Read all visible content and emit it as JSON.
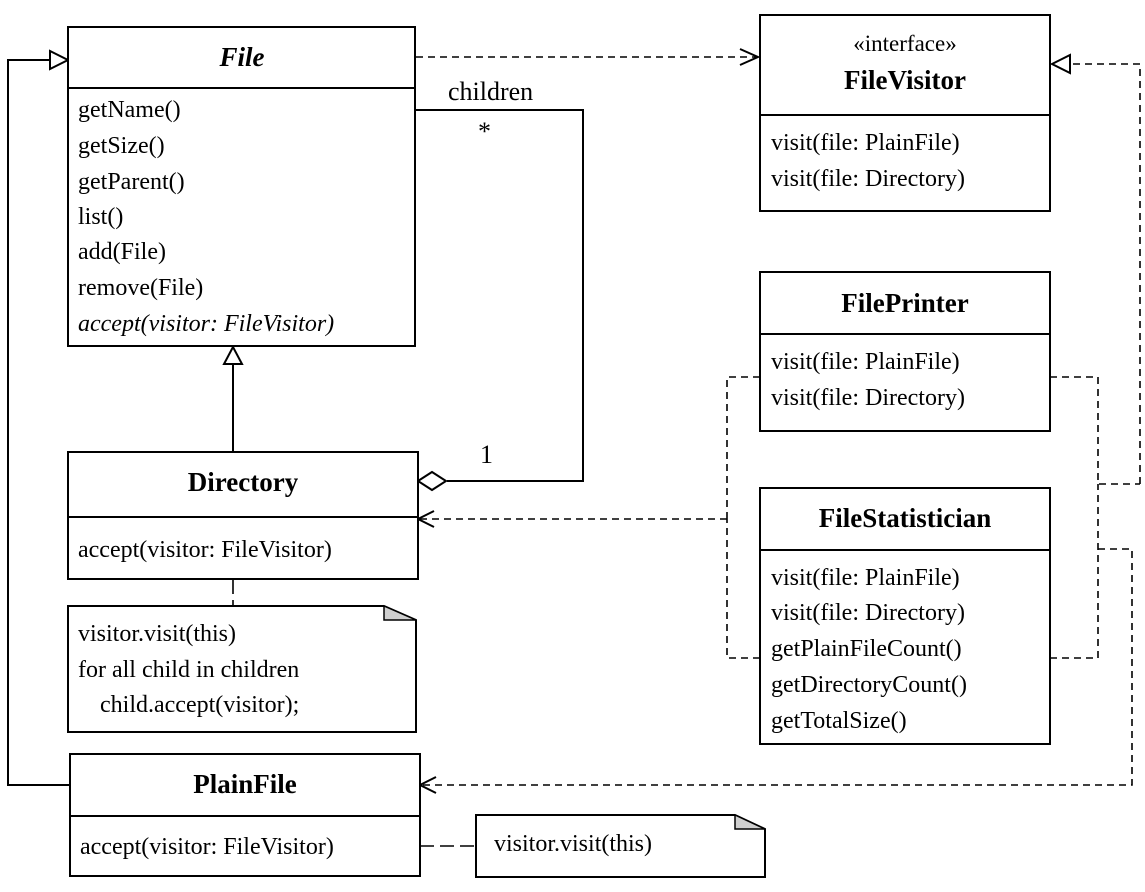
{
  "classes": {
    "file": {
      "name": "File",
      "members": [
        "getName()",
        "getSize()",
        "getParent()",
        "list()",
        "add(File)",
        "remove(File)",
        "accept(visitor: FileVisitor)"
      ]
    },
    "file_visitor": {
      "stereotype": "«interface»",
      "name": "FileVisitor",
      "members": [
        "visit(file: PlainFile)",
        "visit(file: Directory)"
      ]
    },
    "file_printer": {
      "name": "FilePrinter",
      "members": [
        "visit(file: PlainFile)",
        "visit(file: Directory)"
      ]
    },
    "file_statistician": {
      "name": "FileStatistician",
      "members": [
        "visit(file: PlainFile)",
        "visit(file: Directory)",
        "getPlainFileCount()",
        "getDirectoryCount()",
        "getTotalSize()"
      ]
    },
    "directory": {
      "name": "Directory",
      "members": [
        "accept(visitor: FileVisitor)"
      ]
    },
    "plain_file": {
      "name": "PlainFile",
      "members": [
        "accept(visitor: FileVisitor)"
      ]
    }
  },
  "notes": {
    "directory_accept": [
      "visitor.visit(this)",
      "for all child in children",
      "child.accept(visitor);"
    ],
    "plainfile_accept": [
      "visitor.visit(this)"
    ]
  },
  "associations": {
    "children": {
      "role": "children",
      "multiplicity_many": "*",
      "multiplicity_one": "1"
    }
  }
}
